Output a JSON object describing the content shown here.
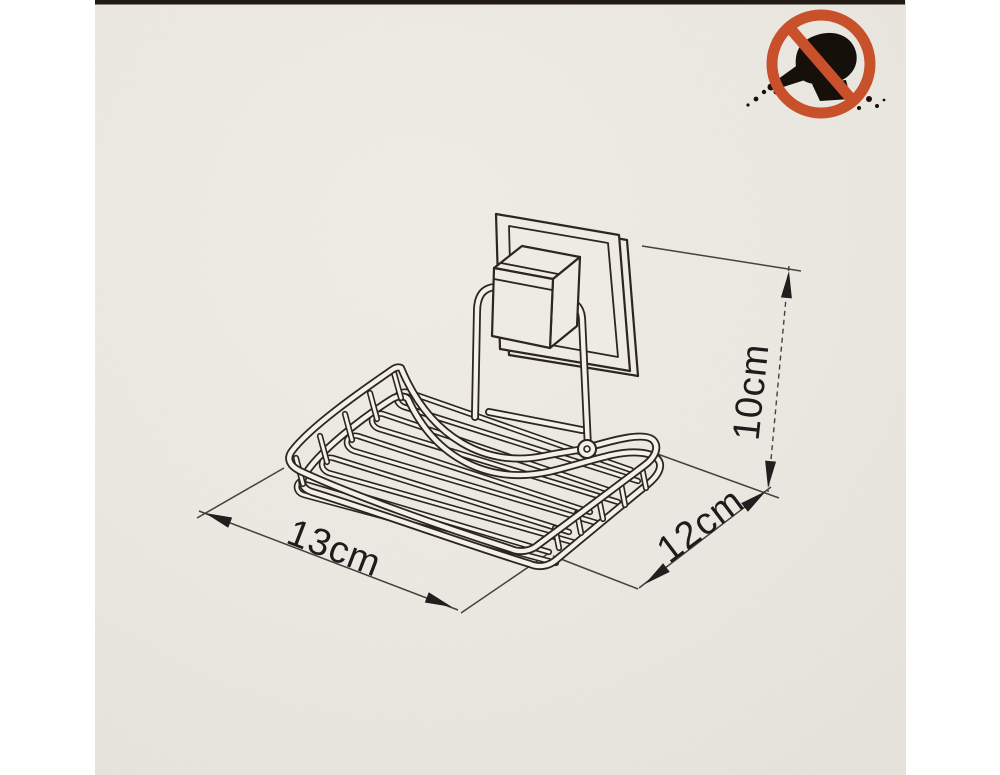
{
  "page": {
    "background": "#ffffff",
    "photo_background": "#eae8e0",
    "top_edge_color": "#221b14"
  },
  "icons": {
    "no_drill": {
      "name": "no-drill-icon",
      "ring_color": "#c8502a",
      "symbol_color": "#16100b"
    }
  },
  "drawing": {
    "name": "wall-suction-soap-dish-line-drawing",
    "stroke_color": "#2b2620"
  },
  "dimensions": {
    "line_color": "#45423d",
    "text_color": "#1c1c1c",
    "width": {
      "label": "13cm"
    },
    "depth": {
      "label": "12cm"
    },
    "height": {
      "label": "10cm"
    }
  }
}
